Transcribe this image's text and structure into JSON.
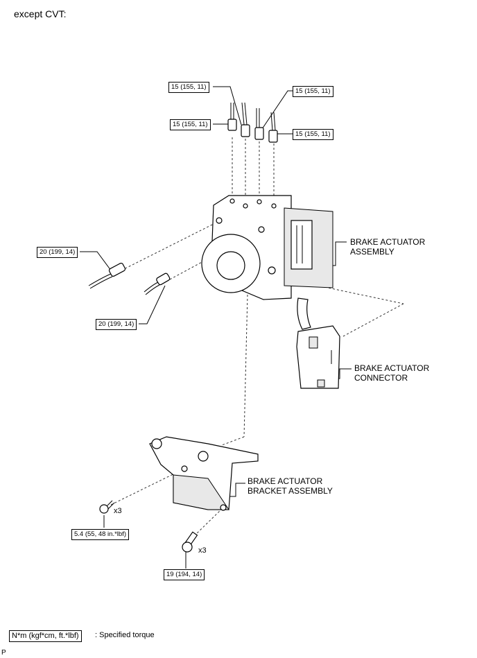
{
  "heading": "except CVT:",
  "torque_labels": {
    "pipe_top_left": "15 (155, 11)",
    "pipe_top_right": "15 (155, 11)",
    "pipe_mid_left": "15 (155, 11)",
    "pipe_mid_right": "15 (155, 11)",
    "tube_upper": "20 (199, 14)",
    "tube_lower": "20 (199, 14)",
    "bolt_small": "5.4 (55, 48 in.*lbf)",
    "bolt_large": "19 (194, 14)"
  },
  "quantities": {
    "bolt_small": "x3",
    "bolt_large": "x3"
  },
  "part_labels": {
    "actuator_line1": "BRAKE ACTUATOR",
    "actuator_line2": "ASSEMBLY",
    "connector_line1": "BRAKE ACTUATOR",
    "connector_line2": "CONNECTOR",
    "bracket_line1": "BRAKE ACTUATOR",
    "bracket_line2": "BRACKET ASSEMBLY"
  },
  "legend": {
    "unit": "N*m (kgf*cm, ft.*lbf)",
    "description": ": Specified torque"
  },
  "footer_mark": "P"
}
